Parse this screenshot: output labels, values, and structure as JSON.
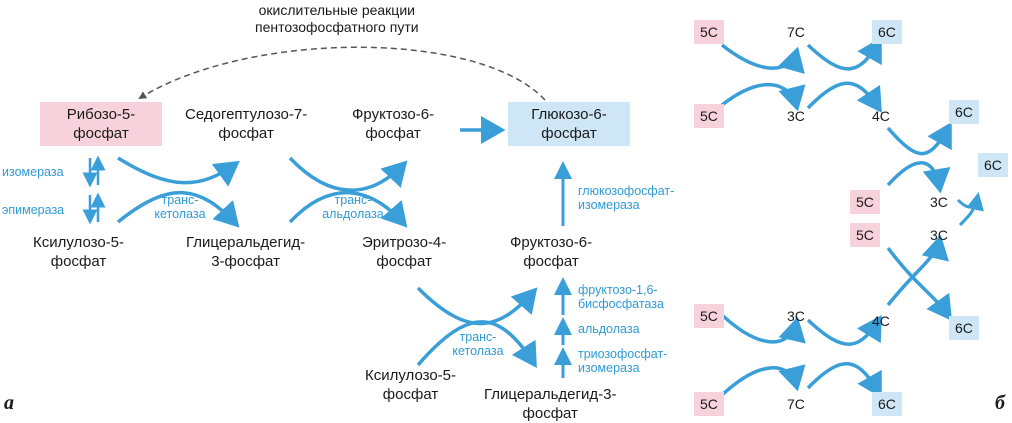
{
  "panel_a": {
    "label": "а",
    "oxidative_note": [
      "окислительные реакции",
      "пентозофосфатного пути"
    ],
    "metabolites": {
      "ribose5p": [
        "Рибозо-5-",
        "фосфат"
      ],
      "sedoheptulose7p": [
        "Седогептулозо-7-",
        "фосфат"
      ],
      "fructose6p_top": [
        "Фруктозо-6-",
        "фосфат"
      ],
      "glucose6p": [
        "Глюкозо-6-",
        "фосфат"
      ],
      "xylulose5p_left": [
        "Ксилулозо-5-",
        "фосфат"
      ],
      "glyceraldehyde3p_mid": [
        "Глицеральдегид-",
        "3-фосфат"
      ],
      "erythrose4p": [
        "Эритрозо-4-",
        "фосфат"
      ],
      "fructose6p_right": [
        "Фруктозо-6-",
        "фосфат"
      ],
      "xylulose5p_bottom": [
        "Ксилулозо-5-",
        "фосфат"
      ],
      "glyceraldehyde3p_bottom": [
        "Глицеральдегид-3-",
        "фосфат"
      ]
    },
    "enzymes": {
      "isomerase": "изомераза",
      "epimerase": "эпимераза",
      "transketolase_1": [
        "транс-",
        "кетолаза"
      ],
      "transaldolase": [
        "транс-",
        "альдолаза"
      ],
      "transketolase_2": [
        "транс-",
        "кетолаза"
      ],
      "glucosephosphate_isomerase": [
        "глюкозофосфат-",
        "изомераза"
      ],
      "fbpase": [
        "фруктозо-1,6-",
        "бисфосфатаза"
      ],
      "aldolase": "альдолаза",
      "triosephosphate_isomerase": [
        "триозофосфат-",
        "изомераза"
      ]
    }
  },
  "panel_b": {
    "label": "б",
    "top": {
      "in1": "5C",
      "in2": "5C",
      "mid1": "7C",
      "mid2": "3C",
      "out_top": "6C",
      "out_4c": "4C",
      "out_6c": "6C"
    },
    "middle": {
      "in5c_a": "5C",
      "in5c_b": "5C",
      "c3_a": "3C",
      "c3_b": "3C",
      "out6c": "6C"
    },
    "bottom": {
      "in1": "5C",
      "in2": "5C",
      "mid1": "3C",
      "mid2": "7C",
      "out_4c": "4C",
      "out_6c_bottom": "6C",
      "out_6c_mid": "6C"
    }
  },
  "colors": {
    "arrow": "#3a9fd8",
    "pink_box": "#f7d2dc",
    "blue_box": "#cfe6f6",
    "enzyme_text": "#2f9bd6"
  }
}
